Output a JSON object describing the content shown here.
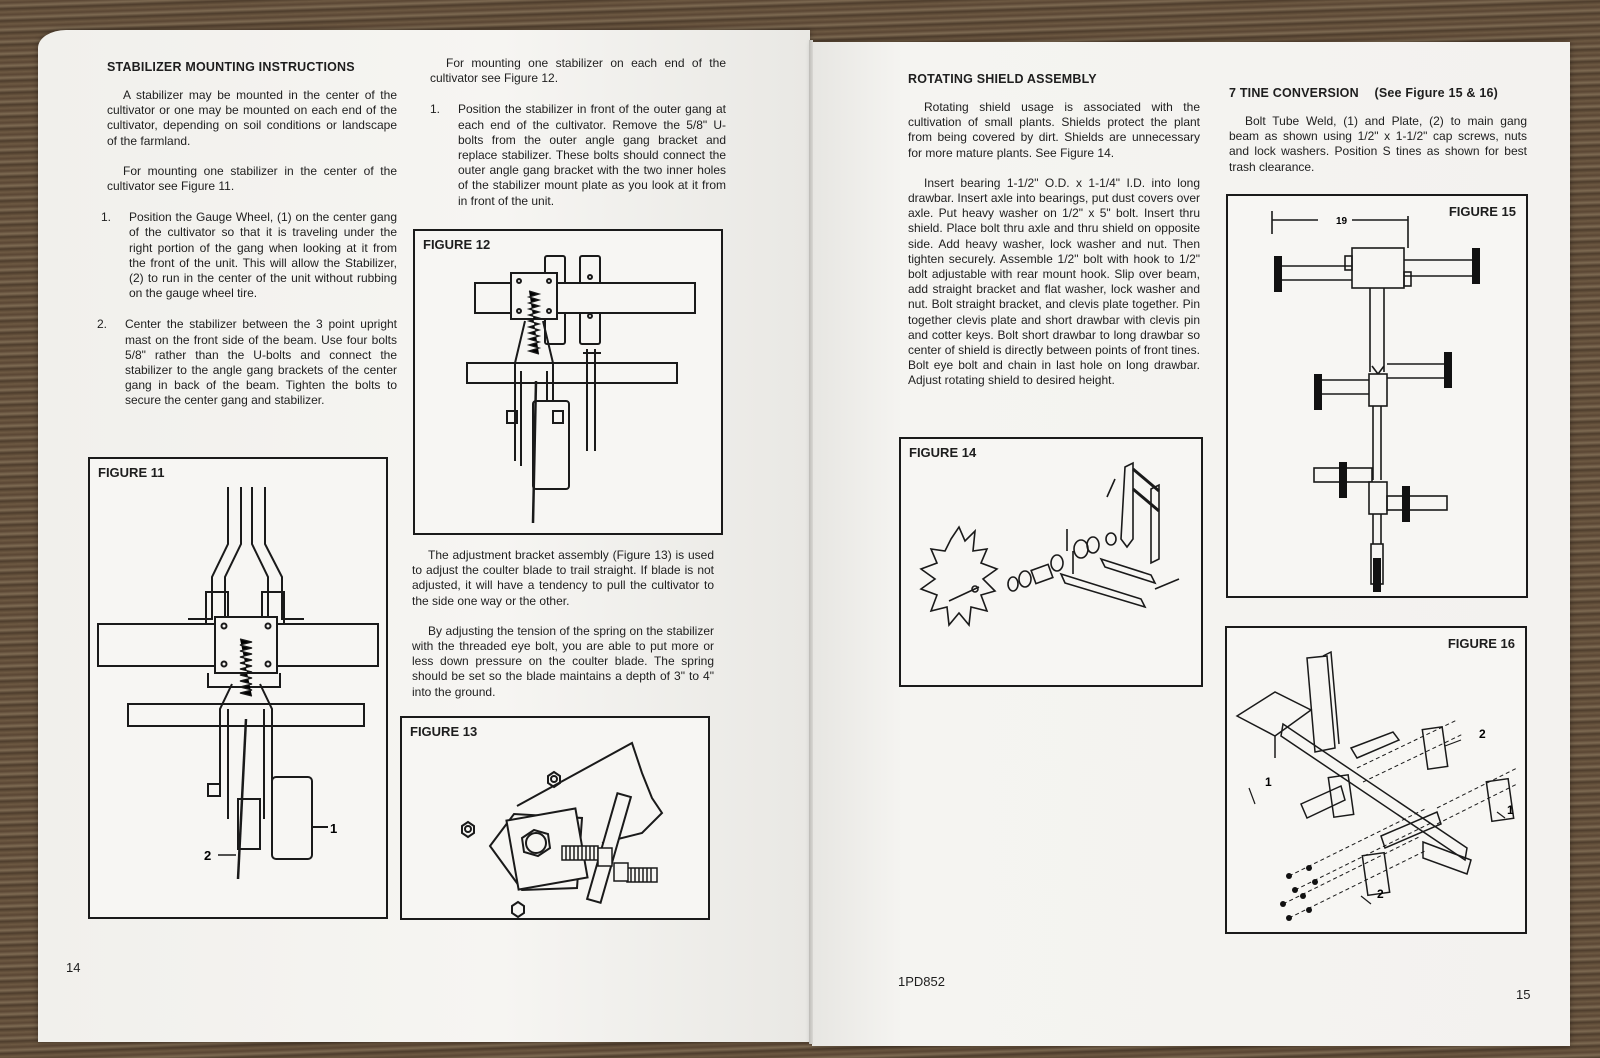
{
  "left_page": {
    "page_number": "14",
    "column1": {
      "heading": "STABILIZER MOUNTING INSTRUCTIONS",
      "intro": "A stabilizer may be mounted in the center of the cultivator or one may be mounted on each end of the cultivator, depending on soil conditions or landscape of the farmland.",
      "center_ref": "For mounting one stabilizer in the center of the cultivator see Figure 11.",
      "steps": [
        {
          "num": "1.",
          "text": "Position the Gauge Wheel, (1) on the center gang of the cultivator so that it is traveling under the right portion of the gang when looking at it from the front of the unit. This will allow the Stabilizer, (2) to run in the center of the unit without rubbing on the gauge wheel tire."
        },
        {
          "num": "2.",
          "text": "Center the stabilizer between the 3 point upright mast on the front side of the beam. Use four bolts 5/8\" rather than the U-bolts and connect the stabilizer to the angle gang brackets of the center gang in back of the beam. Tighten the bolts to secure the center gang and stabilizer."
        }
      ]
    },
    "column2": {
      "end_ref": "For mounting one stabilizer on each end of the cultivator see Figure 12.",
      "steps": [
        {
          "num": "1.",
          "text": "Position the stabilizer in front of the outer gang at each end of the cultivator. Remove the 5/8\" U-bolts from the outer angle gang bracket and replace stabilizer. These bolts should connect the outer angle gang bracket with the two inner holes of the stabilizer mount plate as you look at it from in front of the unit."
        }
      ],
      "adjust_para": "The adjustment bracket assembly (Figure 13) is used to adjust the coulter blade to trail straight. If blade is not adjusted, it will have a tendency to pull the cultivator to the side one way or the other.",
      "tension_para": "By adjusting the tension of the spring on the stabilizer with the threaded eye bolt, you are able to put more or less down pressure on the coulter blade. The spring should be set so the blade maintains a depth of 3\" to 4\" into the ground."
    },
    "figures": {
      "fig11": {
        "label": "FIGURE 11",
        "callout_1": "1",
        "callout_2": "2"
      },
      "fig12": {
        "label": "FIGURE 12"
      },
      "fig13": {
        "label": "FIGURE 13"
      }
    }
  },
  "right_page": {
    "page_number": "15",
    "doc_code": "1PD852",
    "column1": {
      "heading": "ROTATING SHIELD ASSEMBLY",
      "intro": "Rotating shield usage is associated with the cultivation of small plants. Shields protect the plant from being covered by dirt. Shields are unnecessary for more mature plants. See Figure 14.",
      "body": "Insert bearing 1-1/2\" O.D. x 1-1/4\" I.D. into long drawbar. Insert axle into bearings, put dust covers over axle. Put heavy washer on 1/2\" x 5\" bolt. Insert thru shield. Place bolt thru axle and thru shield on opposite side. Add heavy washer, lock washer and nut. Then tighten securely. Assemble 1/2\" bolt with hook to 1/2\" bolt adjustable with rear mount hook. Slip over beam, add straight bracket and flat washer, lock washer and nut. Bolt straight bracket, and clevis plate together. Pin together clevis plate and short drawbar with clevis pin and cotter keys. Bolt short drawbar to long drawbar so center of shield is directly between points of front tines. Bolt eye bolt and chain in last hole on long drawbar. Adjust rotating shield to desired height."
    },
    "column2": {
      "heading": "7 TINE CONVERSION",
      "heading_ref": "(See Figure 15 & 16)",
      "body": "Bolt Tube Weld, (1) and Plate, (2) to main gang beam as shown using 1/2\" x 1-1/2\" cap screws, nuts and lock washers. Position S tines as shown for best trash clearance."
    },
    "figures": {
      "fig14": {
        "label": "FIGURE 14"
      },
      "fig15": {
        "label": "FIGURE 15",
        "dimension": "19"
      },
      "fig16": {
        "label": "FIGURE 16",
        "callout_1": "1",
        "callout_2": "2"
      }
    }
  }
}
